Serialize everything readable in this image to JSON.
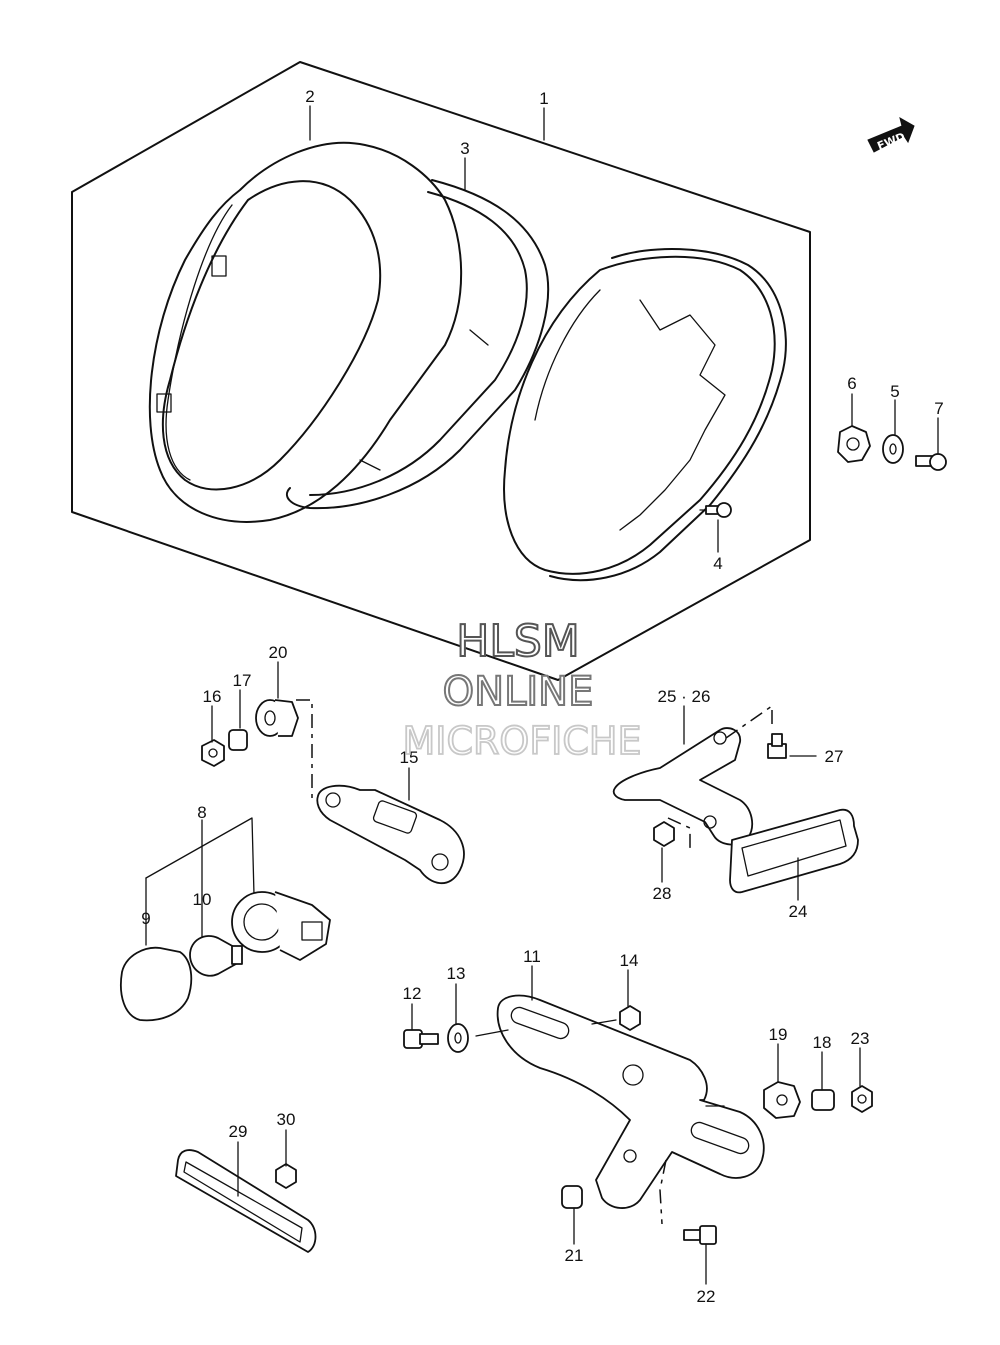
{
  "fwd_label": "FWD",
  "watermark": {
    "line1": "HLSM",
    "line2": "ONLINE",
    "line3": "MICROFICHE"
  },
  "labels": {
    "p1": "1",
    "p2": "2",
    "p3": "3",
    "p4": "4",
    "p5": "5",
    "p6": "6",
    "p7": "7",
    "p8": "8",
    "p9": "9",
    "p10": "10",
    "p11": "11",
    "p12": "12",
    "p13": "13",
    "p14": "14",
    "p15": "15",
    "p16": "16",
    "p17": "17",
    "p18": "18",
    "p19": "19",
    "p20": "20",
    "p21": "21",
    "p22": "22",
    "p23": "23",
    "p24": "24",
    "p25_26": "25 · 26",
    "p27": "27",
    "p28": "28",
    "p29": "29",
    "p30": "30"
  }
}
